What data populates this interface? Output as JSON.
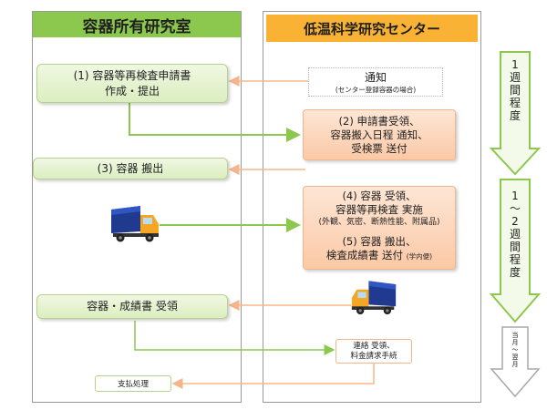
{
  "lanes": {
    "left_title": "容器所有研究室",
    "right_title": "低温科学研究センター"
  },
  "steps": {
    "step1_line1": "(1) 容器等再検査申請書",
    "step1_line2": "作成・提出",
    "notice_line1": "通知",
    "notice_line2": "(センター登録容器の場合)",
    "step2_line1": "(2) 申請書受領、",
    "step2_line2": "容器搬入日程 通知、",
    "step2_line3": "受検票 送付",
    "step3": "(3) 容器 搬出",
    "step4_line1": "(4) 容器 受領、",
    "step4_line2": "容器等再検査 実施",
    "step4_line3": "(外観、気密、断熱性能、附属品)",
    "step5_line1": "(5) 容器 搬出、",
    "step5_line2": "検査成績書 送付",
    "step5_note": "(学内便)",
    "receive": "容器・成績書 受領",
    "contact_line1": "連絡 受領、",
    "contact_line2": "料金請求手続",
    "payment": "支払処理"
  },
  "timeline": {
    "arrow1_chars": [
      "1",
      "週",
      "間",
      "程",
      "度"
    ],
    "arrow2_chars": [
      "1",
      "〜",
      "2",
      "週",
      "間",
      "程",
      "度"
    ],
    "arrow3_chars": [
      "当",
      "月",
      "〜",
      "翌",
      "月"
    ]
  },
  "icons": [
    "truck-icon",
    "truck-icon"
  ]
}
